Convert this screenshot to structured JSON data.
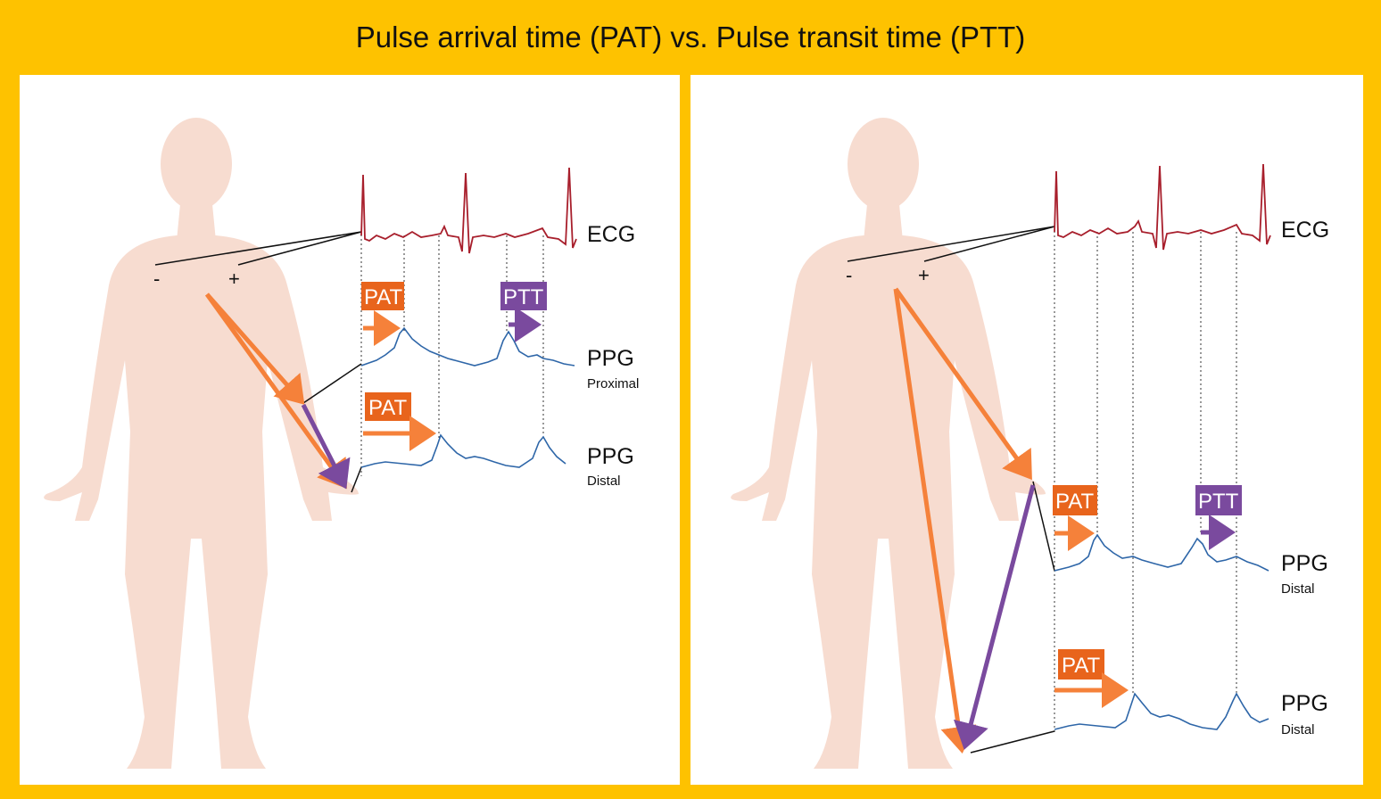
{
  "title": "Pulse arrival time (PAT) vs. Pulse transit time (PTT)",
  "colors": {
    "frame": "#fec200",
    "body": "#f7dcd0",
    "ecg": "#a81f2c",
    "ppg": "#2e66a8",
    "pat": "#f5813a",
    "pat_tag": "#e8641c",
    "ptt": "#7a4a9e"
  },
  "left_panel": {
    "ecg_label": "ECG",
    "ppg1_label": "PPG",
    "ppg1_sub": "Proximal",
    "ppg2_label": "PPG",
    "ppg2_sub": "Distal",
    "minus": "-",
    "plus": "+",
    "pat_tag_1": "PAT",
    "ptt_tag": "PTT",
    "pat_tag_2": "PAT"
  },
  "right_panel": {
    "ecg_label": "ECG",
    "ppg1_label": "PPG",
    "ppg1_sub": "Distal",
    "ppg2_label": "PPG",
    "ppg2_sub": "Distal",
    "minus": "-",
    "plus": "+",
    "pat_tag_1": "PAT",
    "ptt_tag": "PTT",
    "pat_tag_2": "PAT"
  }
}
